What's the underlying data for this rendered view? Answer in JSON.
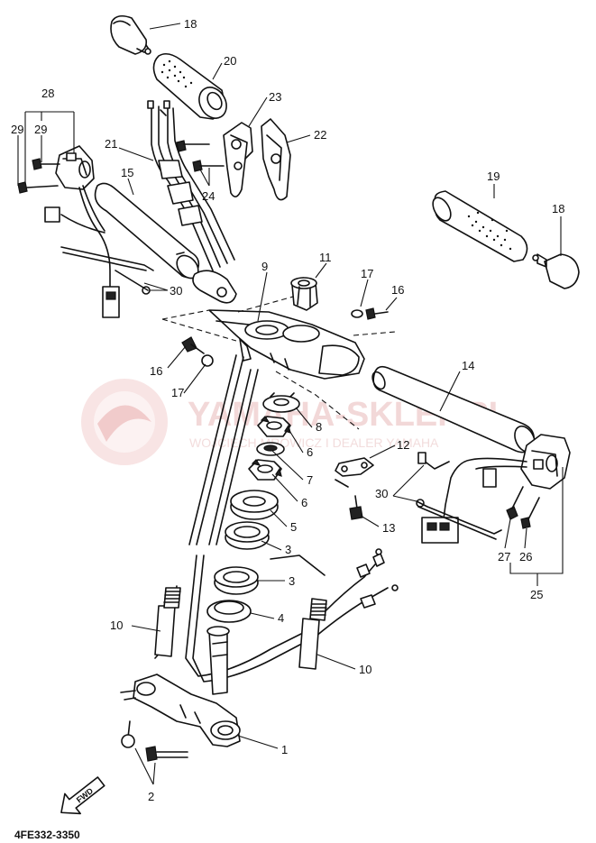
{
  "diagram_code": "4FE332-3350",
  "fwd_label": "FWD",
  "watermark": {
    "title": "YAMAHA-SKLEP.PL",
    "subtitle": "WOJCIECH MROWICZ I DEALER YAMAHA",
    "color": "#e8a7a7"
  },
  "callouts": [
    "18",
    "20",
    "23",
    "22",
    "28",
    "29",
    "29",
    "21",
    "15",
    "24",
    "19",
    "18",
    "11",
    "17",
    "16",
    "9",
    "30",
    "16",
    "17",
    "14",
    "8",
    "6",
    "7",
    "6",
    "12",
    "30",
    "5",
    "13",
    "3",
    "3",
    "27",
    "26",
    "25",
    "10",
    "4",
    "10",
    "1",
    "2"
  ]
}
